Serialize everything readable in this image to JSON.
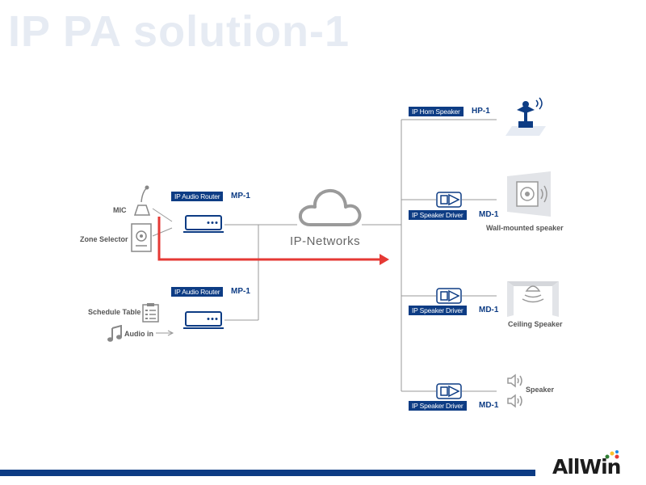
{
  "title": "IP PA solution-1",
  "inputs": {
    "mic": "MIC",
    "zone_selector": "Zone Selector",
    "schedule_table": "Schedule Table",
    "audio_in": "Audio in"
  },
  "routers": [
    {
      "tag": "IP Audio Router",
      "model": "MP-1"
    },
    {
      "tag": "IP Audio Router",
      "model": "MP-1"
    }
  ],
  "network": {
    "label": "IP-Networks"
  },
  "outputs": [
    {
      "tag": "IP Horn Speaker",
      "model": "HP-1",
      "caption": ""
    },
    {
      "tag": "IP Speaker Driver",
      "model": "MD-1",
      "caption": "Wall-mounted speaker"
    },
    {
      "tag": "IP Speaker Driver",
      "model": "MD-1",
      "caption": "Ceiling Speaker"
    },
    {
      "tag": "IP Speaker Driver",
      "model": "MD-1",
      "caption": "Speaker"
    }
  ],
  "brand": {
    "logo": "AllWin"
  },
  "colors": {
    "primary": "#0d3c84",
    "accent": "#e53935",
    "line": "#9a9a9a",
    "title": "#e6ebf3"
  }
}
